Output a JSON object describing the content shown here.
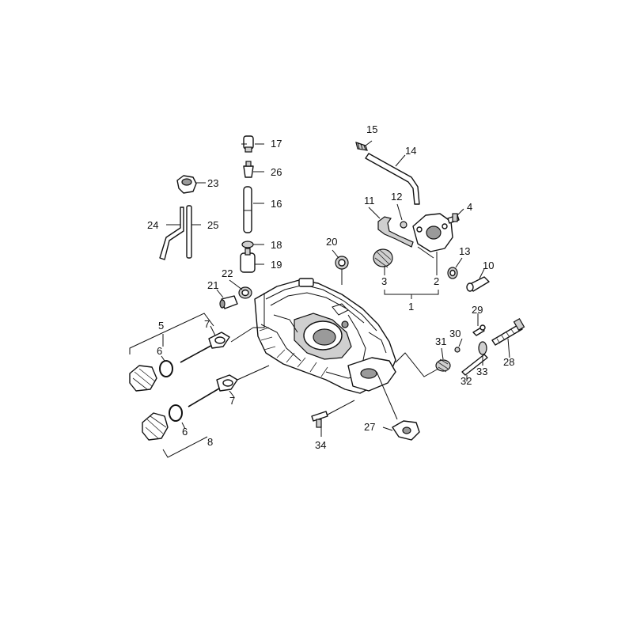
{
  "callouts": {
    "c1": "1",
    "c2": "2",
    "c3": "3",
    "c4": "4",
    "c5": "5",
    "c6a": "6",
    "c6b": "6",
    "c7a": "7",
    "c7b": "7",
    "c8": "8",
    "c10": "10",
    "c11": "11",
    "c12": "12",
    "c13": "13",
    "c14": "14",
    "c15": "15",
    "c16": "16",
    "c17": "17",
    "c18": "18",
    "c19": "19",
    "c20": "20",
    "c21": "21",
    "c22": "22",
    "c23": "23",
    "c24": "24",
    "c25": "25",
    "c26": "26",
    "c27": "27",
    "c28": "28",
    "c29": "29",
    "c30": "30",
    "c31": "31",
    "c32": "32",
    "c33": "33",
    "c34": "34"
  }
}
